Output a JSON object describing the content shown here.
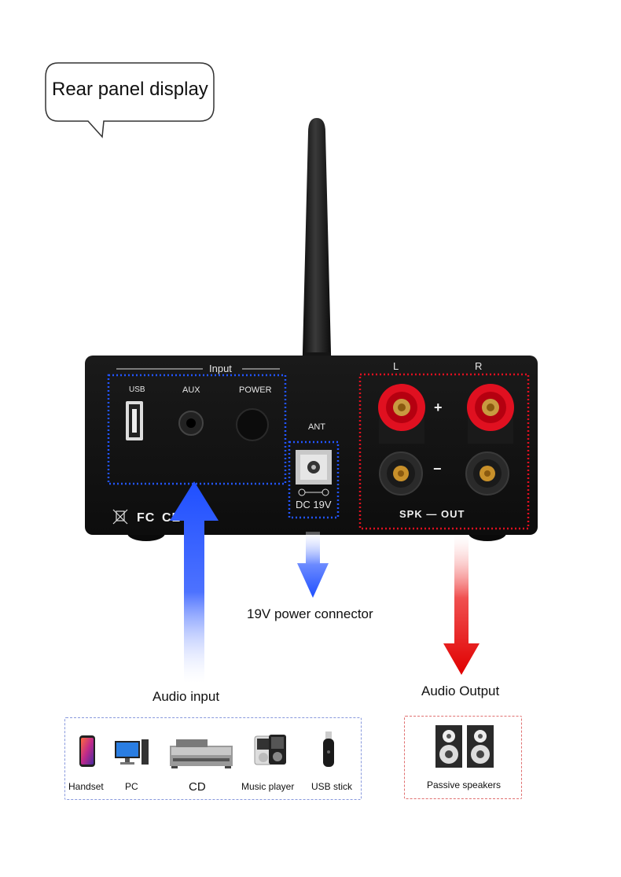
{
  "bubble": {
    "text": "Rear panel display"
  },
  "panel": {
    "input_header": "Input",
    "usb_label": "USB",
    "aux_label": "AUX",
    "power_label": "POWER",
    "ant_label": "ANT",
    "dc_label": "DC 19V",
    "left_label": "L",
    "right_label": "R",
    "plus_label": "+",
    "minus_label": "−",
    "spk_out_label": "SPK — OUT",
    "fc_mark": "FC",
    "ce_mark": "CE"
  },
  "captions": {
    "power_connector": "19V power connector",
    "audio_input": "Audio input",
    "audio_output": "Audio Output"
  },
  "input_sources": [
    {
      "label": "Handset",
      "icon": "smartphone-icon"
    },
    {
      "label": "PC",
      "icon": "desktop-pc-icon"
    },
    {
      "label": "CD",
      "icon": "cd-player-icon"
    },
    {
      "label": "Music player",
      "icon": "music-player-icon"
    },
    {
      "label": "USB stick",
      "icon": "usb-stick-icon"
    }
  ],
  "output_devices": [
    {
      "label": "Passive speakers",
      "icon": "speakers-icon"
    }
  ],
  "colors": {
    "input_blue": "#1f4fff",
    "output_red": "#e00000",
    "panel_black": "#141414",
    "terminal_red": "#e01020"
  }
}
